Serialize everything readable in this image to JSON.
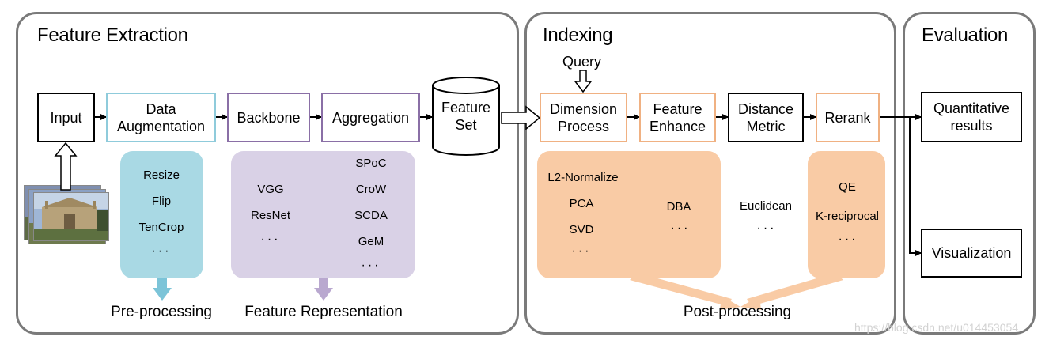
{
  "panels": {
    "feature_extraction": "Feature Extraction",
    "indexing": "Indexing",
    "evaluation": "Evaluation"
  },
  "nodes": {
    "input": "Input",
    "data_augmentation": [
      "Data",
      "Augmentation"
    ],
    "backbone": "Backbone",
    "aggregation": "Aggregation",
    "feature_set": [
      "Feature",
      "Set"
    ],
    "query": "Query",
    "dimension_process": [
      "Dimension",
      "Process"
    ],
    "feature_enhance": [
      "Feature",
      "Enhance"
    ],
    "distance_metric": [
      "Distance",
      "Metric"
    ],
    "rerank": "Rerank",
    "quantitative_results": [
      "Quantitative",
      "results"
    ],
    "visualization": "Visualization"
  },
  "preprocessing_methods": [
    "Resize",
    "Flip",
    "TenCrop",
    "···"
  ],
  "backbone_methods": [
    "VGG",
    "ResNet",
    "···"
  ],
  "aggregation_methods": [
    "SPoC",
    "CroW",
    "SCDA",
    "GeM",
    "···"
  ],
  "dimension_methods": [
    "L2-Normalize",
    "PCA",
    "SVD",
    "···"
  ],
  "enhance_methods": [
    "DBA",
    "···"
  ],
  "distance_methods": [
    "Euclidean",
    "···"
  ],
  "rerank_methods": [
    "QE",
    "K-reciprocal",
    "···"
  ],
  "captions": {
    "preprocessing": "Pre-processing",
    "feature_representation": "Feature Representation",
    "postprocessing": "Post-processing"
  },
  "watermark": "https://blog.csdn.net/u014453054",
  "colors": {
    "panel_border": "#7a7a7a",
    "preprocessing": "#a9d9e4",
    "feature_representation": "#d9d1e6",
    "postprocessing": "#f9cba5"
  }
}
